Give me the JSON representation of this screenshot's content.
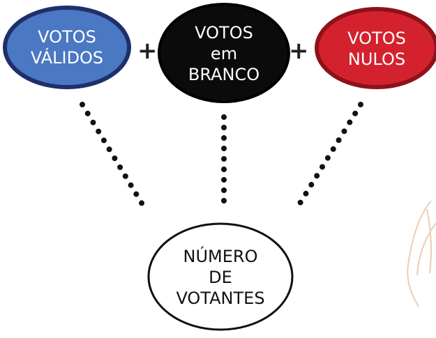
{
  "nodes": {
    "validos": {
      "text": "VOTOS\nVÁLIDOS",
      "fill": "#4a78c2",
      "border": "#1f2f6a",
      "text_color": "#ffffff"
    },
    "branco": {
      "text": "VOTOS\nem\nBRANCO",
      "fill": "#0b0b0b",
      "border": "#000000",
      "text_color": "#ffffff"
    },
    "nulos": {
      "text": "VOTOS\nNULOS",
      "fill": "#d3222e",
      "border": "#8e1218",
      "text_color": "#ffffff"
    },
    "votantes": {
      "text": "NÚMERO\nDE\nVOTANTES",
      "fill": "#ffffff",
      "border": "#111111",
      "text_color": "#111111"
    }
  },
  "operators": {
    "plus_1": "+",
    "plus_2": "+"
  },
  "connector_color": "#111111",
  "decorative_sketch": {
    "stroke": "#e2b89a"
  }
}
